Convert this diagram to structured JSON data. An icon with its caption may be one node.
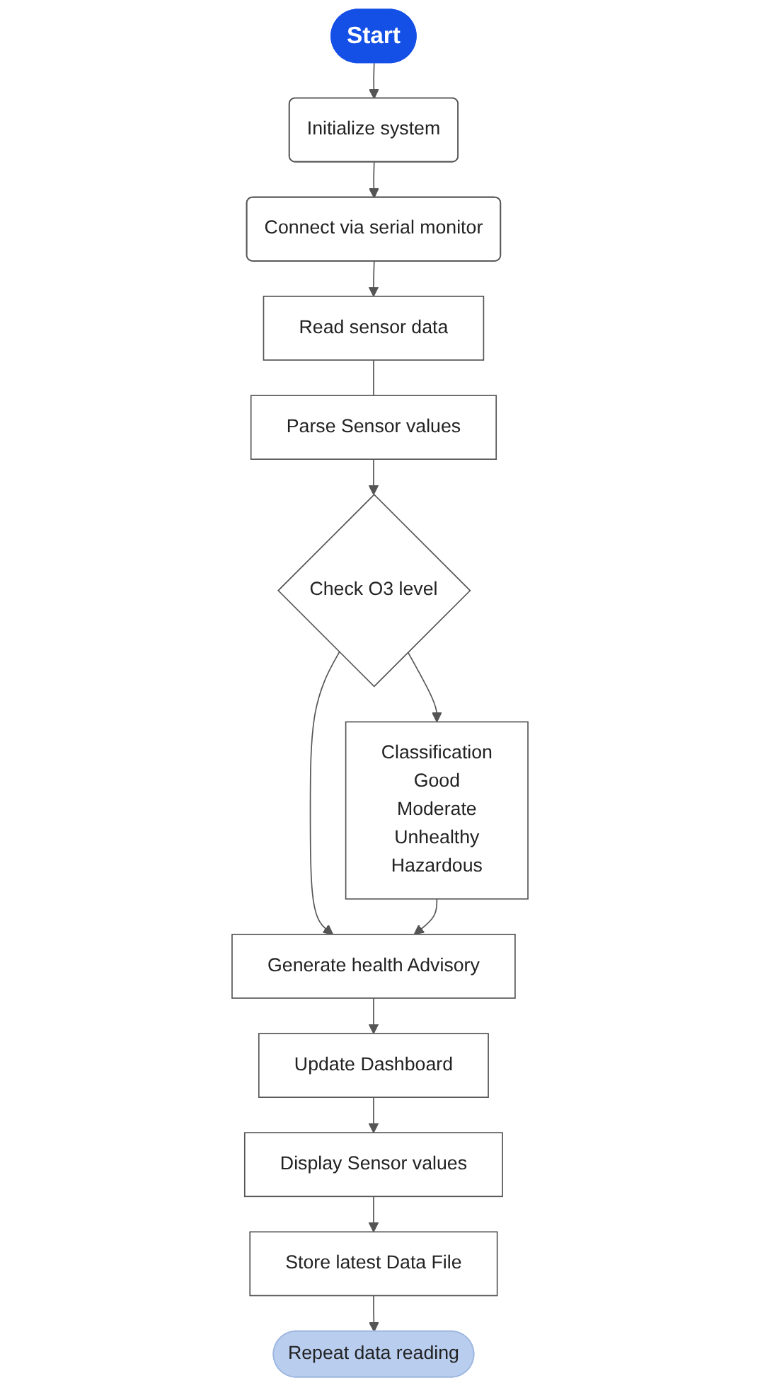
{
  "diagram": {
    "nodes": [
      {
        "text": [
          "Start"
        ]
      },
      {
        "text": [
          "Initialize system"
        ]
      },
      {
        "text": [
          "Connect via serial monitor"
        ]
      },
      {
        "text": [
          "Read sensor data"
        ]
      },
      {
        "text": [
          "Parse Sensor values"
        ]
      },
      {
        "text": [
          "Check O3 level"
        ]
      },
      {
        "text": [
          "Classification",
          "Good",
          "Moderate",
          "Unhealthy",
          "Hazardous"
        ]
      },
      {
        "text": [
          "Generate health Advisory"
        ]
      },
      {
        "text": [
          "Update Dashboard"
        ]
      },
      {
        "text": [
          "Display Sensor values"
        ]
      },
      {
        "text": [
          "Store latest Data File"
        ]
      },
      {
        "text": [
          "Repeat data reading"
        ]
      }
    ],
    "edges": [
      {
        "from": 0,
        "to": 1,
        "arrow": "to"
      },
      {
        "from": 1,
        "to": 2,
        "arrow": "to"
      },
      {
        "from": 2,
        "to": 3,
        "arrow": "to"
      },
      {
        "from": 3,
        "to": 4,
        "arrow": "none"
      },
      {
        "from": 4,
        "to": 5,
        "arrow": "to"
      },
      {
        "from": 5,
        "to": 6,
        "arrow": "to"
      },
      {
        "from": 5,
        "to": 7,
        "arrow": "to"
      },
      {
        "from": 6,
        "to": 7,
        "arrow": "to"
      },
      {
        "from": 7,
        "to": 8,
        "arrow": "to"
      },
      {
        "from": 8,
        "to": 9,
        "arrow": "to"
      },
      {
        "from": 9,
        "to": 10,
        "arrow": "to"
      },
      {
        "from": 10,
        "to": 11,
        "arrow": "to"
      }
    ]
  }
}
